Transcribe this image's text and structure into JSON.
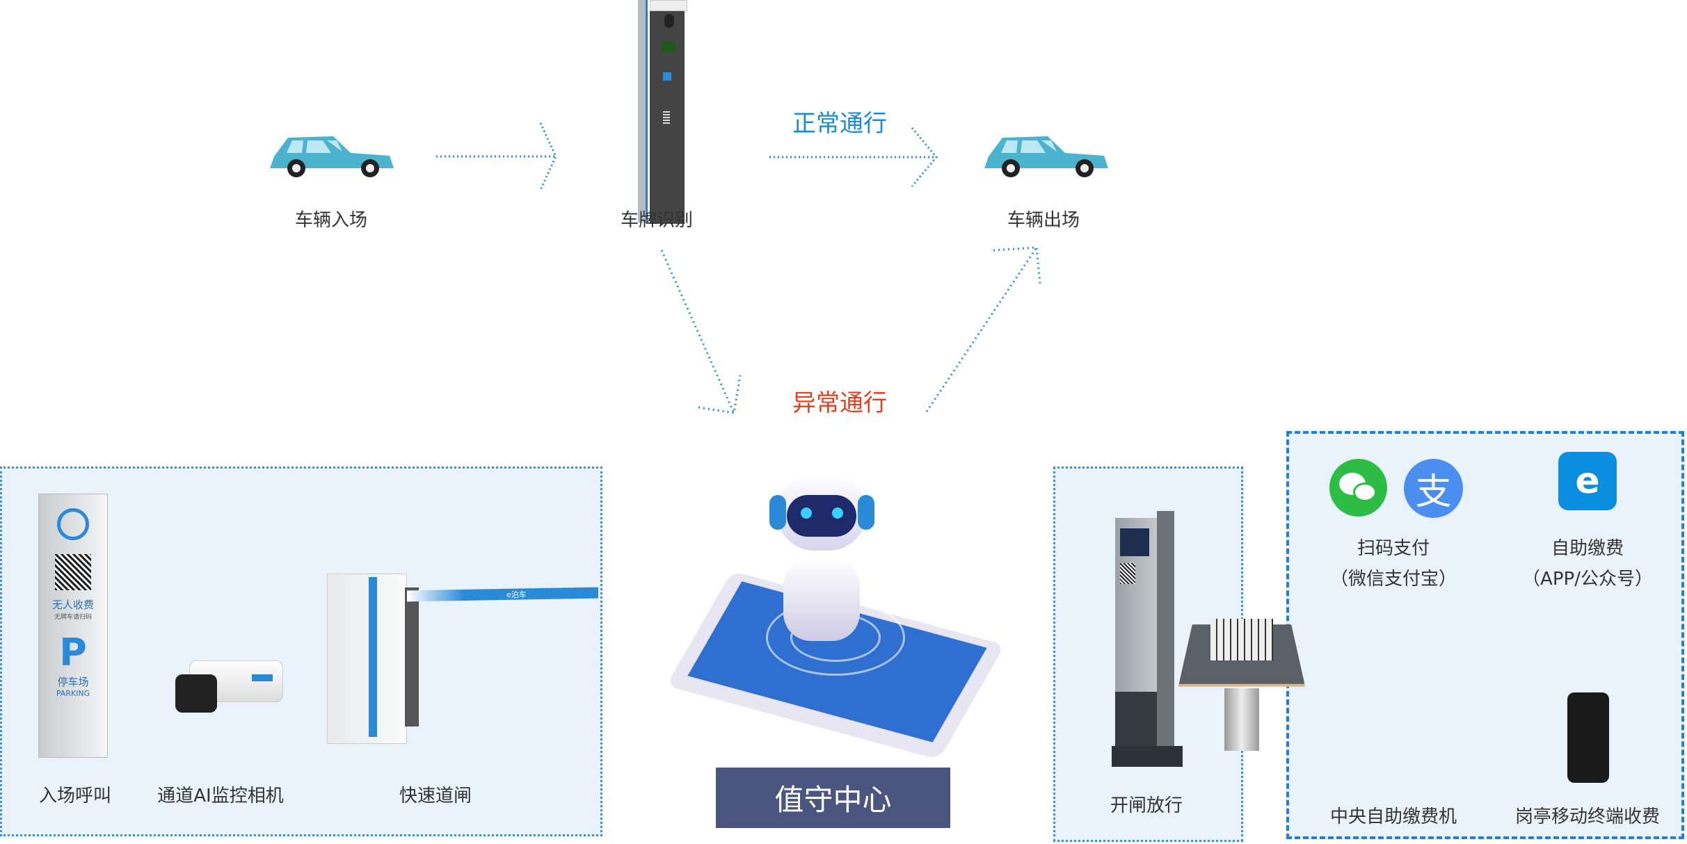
{
  "flow": {
    "entry_label": "车辆入场",
    "plate_label": "车牌识别",
    "exit_label": "车辆出场",
    "normal_label": "正常通行",
    "abnormal_label": "异常通行",
    "normal_color": "#1a8ad8",
    "abnormal_color": "#e0401c"
  },
  "center": {
    "title": "值守中心",
    "title_bg": "#4a5680"
  },
  "left_panel": {
    "items": [
      {
        "label": "入场呼叫",
        "sign_text": "无人收费",
        "sign_sub": "无牌车请扫码",
        "sign_p": "P",
        "sign_lot": "停车场",
        "sign_en": "PARKING"
      },
      {
        "label": "通道AI监控相机"
      },
      {
        "label": "快速道闸",
        "barrier_brand": "e泊车"
      }
    ]
  },
  "mid_panel": {
    "label": "开闸放行"
  },
  "right_panel": {
    "scan_pay": {
      "title": "扫码支付",
      "sub": "（微信支付宝）",
      "alipay_glyph": "支"
    },
    "self_pay": {
      "title": "自助缴费",
      "sub": "（APP/公众号）",
      "app_glyph": "e"
    },
    "kiosk_label": "中央自助缴费机",
    "mobile_label": "岗亭移动终端收费"
  }
}
